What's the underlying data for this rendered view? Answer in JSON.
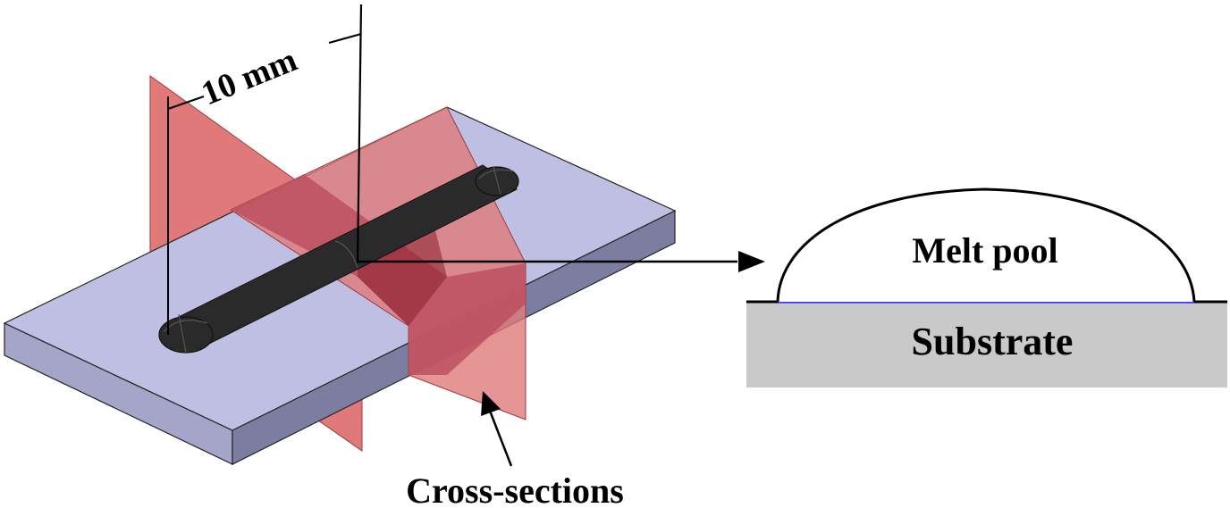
{
  "labels": {
    "dimension": "10 mm",
    "melt_pool": "Melt pool",
    "substrate": "Substrate",
    "cross_sections": "Cross-sections"
  },
  "colors": {
    "plate_top": "#bfbfe4",
    "plate_side": "#8b8bae",
    "plate_front": "#a5a5c9",
    "section_plane": "#e07a7a",
    "section_overlap": "#bc5060",
    "bead": "#2a2a2a",
    "substrate": "#c9c9c9",
    "interface_line": "#3a3aff"
  }
}
